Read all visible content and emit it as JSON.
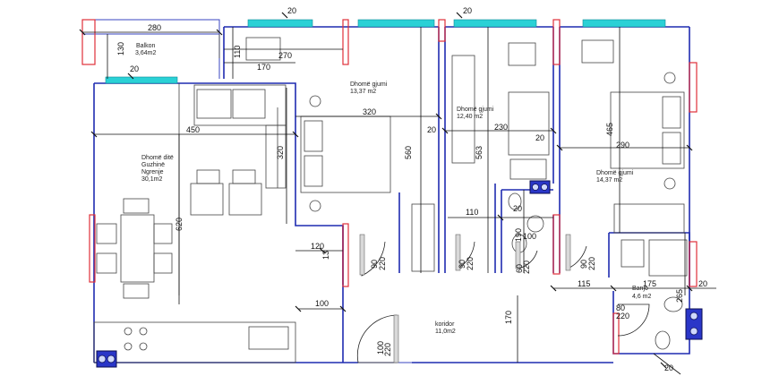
{
  "rooms": {
    "balcony": {
      "name": "Balkon",
      "area": "3,64m2"
    },
    "living": {
      "name1": "Dhomë ditë",
      "name2": "Guzhinë",
      "name3": "Ngrenje",
      "area": "30,1m2"
    },
    "bedroom1": {
      "name": "Dhomë gjumi",
      "area": "13,37 m2"
    },
    "bedroom2": {
      "name": "Dhomë gjumi",
      "area": "12,40 m2"
    },
    "bedroom3": {
      "name": "Dhomë gjumi",
      "area": "14,37 m2"
    },
    "bathroom": {
      "name": "Banjo",
      "area": "4,6 m2"
    },
    "corridor": {
      "name": "koridor",
      "area": "11,0m2"
    }
  },
  "dimensions": {
    "d280": "280",
    "d130": "130",
    "d20_balcony": "20",
    "d110_top": "110",
    "d170_top": "170",
    "d270": "270",
    "d20_top1": "20",
    "d20_top2": "20",
    "d450": "450",
    "d320_h": "320",
    "d320_v": "320",
    "d620": "620",
    "d560": "560",
    "d563": "563",
    "d20_b1": "20",
    "d230": "230",
    "d20_b2": "20",
    "d465": "465",
    "d290": "290",
    "d110_mid": "110",
    "d20_wc": "20",
    "d190": "190",
    "d100_wc": "100",
    "d120": "120",
    "d13": "13",
    "d100_h": "100",
    "d170_v": "170",
    "d115": "115",
    "d175": "175",
    "d265": "265",
    "d20_right1": "20",
    "d20_right2": "20",
    "door_living": {
      "w": "90",
      "h": "220"
    },
    "door_b2": {
      "w": "90",
      "h": "220"
    },
    "door_wc": {
      "w": "60",
      "h": "220"
    },
    "door_b3": {
      "w": "90",
      "h": "220"
    },
    "door_bath": {
      "w": "80",
      "h": "220"
    },
    "door_entry": {
      "w": "100",
      "h": "220"
    }
  }
}
